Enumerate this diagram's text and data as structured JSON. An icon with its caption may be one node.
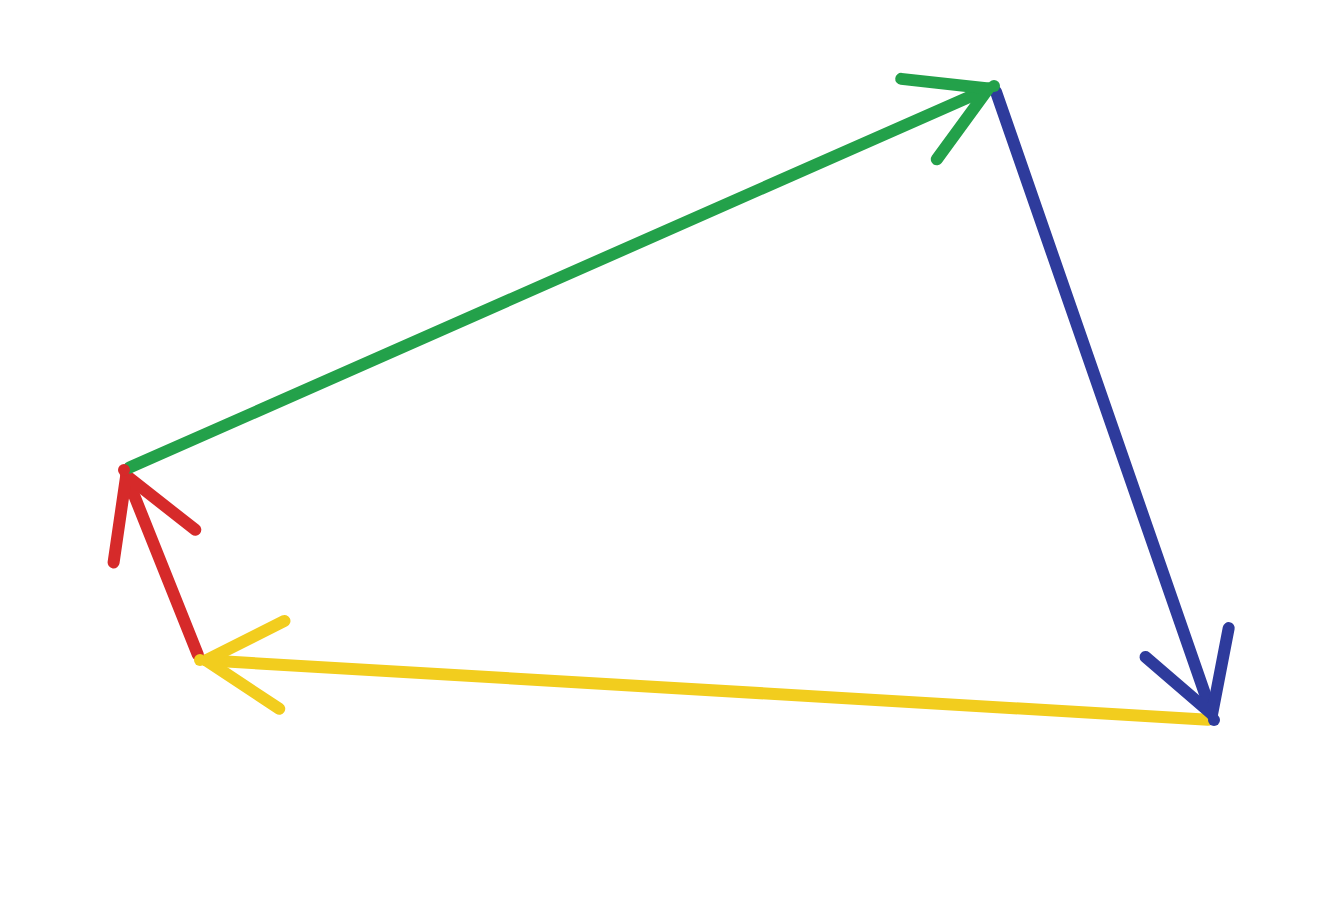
{
  "diagram": {
    "nodes": [
      {
        "text": [],
        "shape": "point"
      },
      {
        "text": [],
        "shape": "point"
      },
      {
        "text": [],
        "shape": "point"
      },
      {
        "text": [],
        "shape": "point"
      }
    ],
    "edges": [
      {
        "from": 3,
        "to": 2,
        "arrow": "to",
        "color": "#f2cd1e"
      },
      {
        "from": 2,
        "to": 1,
        "arrow": "to",
        "color": "#d62a2a"
      },
      {
        "from": 0,
        "to": 3,
        "arrow": "to",
        "color": "#2e3b9c"
      },
      {
        "from": 1,
        "to": 0,
        "arrow": "to",
        "color": "#23a14a"
      }
    ]
  }
}
